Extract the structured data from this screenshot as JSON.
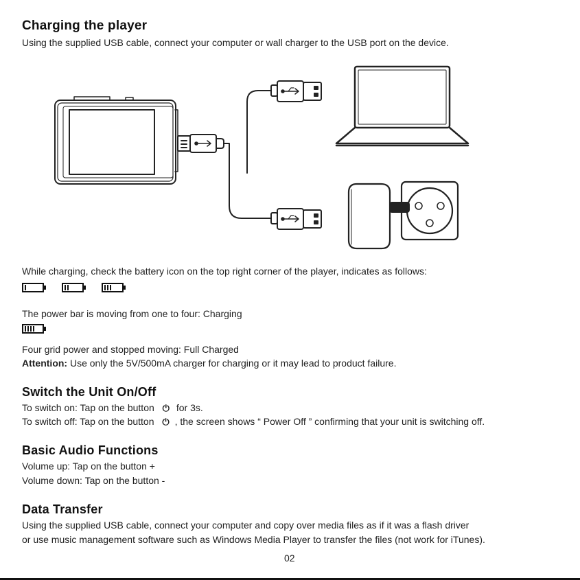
{
  "sections": {
    "charging": {
      "title": "Charging the player",
      "intro": "Using the supplied USB cable, connect your computer or wall charger to the USB port on the device.",
      "battery_note": "While charging, check the battery icon on the top right corner of the player, indicates as follows:",
      "charging_state": "The power bar is moving from one to four: Charging",
      "full_state": "Four grid power and stopped moving: Full Charged",
      "attention_label": "Attention:",
      "attention_text": " Use only the 5V/500mA charger for charging or it may lead to product failure."
    },
    "switch": {
      "title": "Switch the Unit On/Off",
      "on_prefix": "To switch on: Tap on the button",
      "on_suffix": "for 3s.",
      "off_prefix": "To switch off: Tap on the button",
      "off_suffix": ", the screen shows “ Power Off ” confirming that your unit is switching off."
    },
    "audio": {
      "title": "Basic Audio Functions",
      "vol_up": "Volume up: Tap on the button +",
      "vol_down": "Volume down: Tap on the button -"
    },
    "transfer": {
      "title": "Data Transfer",
      "line1": "Using the supplied USB cable, connect your computer and copy over media files as if it was a flash driver",
      "line2": "or use music management software such as Windows Media Player to transfer the files (not work for iTunes)."
    }
  },
  "battery_levels": [
    1,
    2,
    3,
    4
  ],
  "power_icon_glyph": "⏻",
  "page_number": "02"
}
